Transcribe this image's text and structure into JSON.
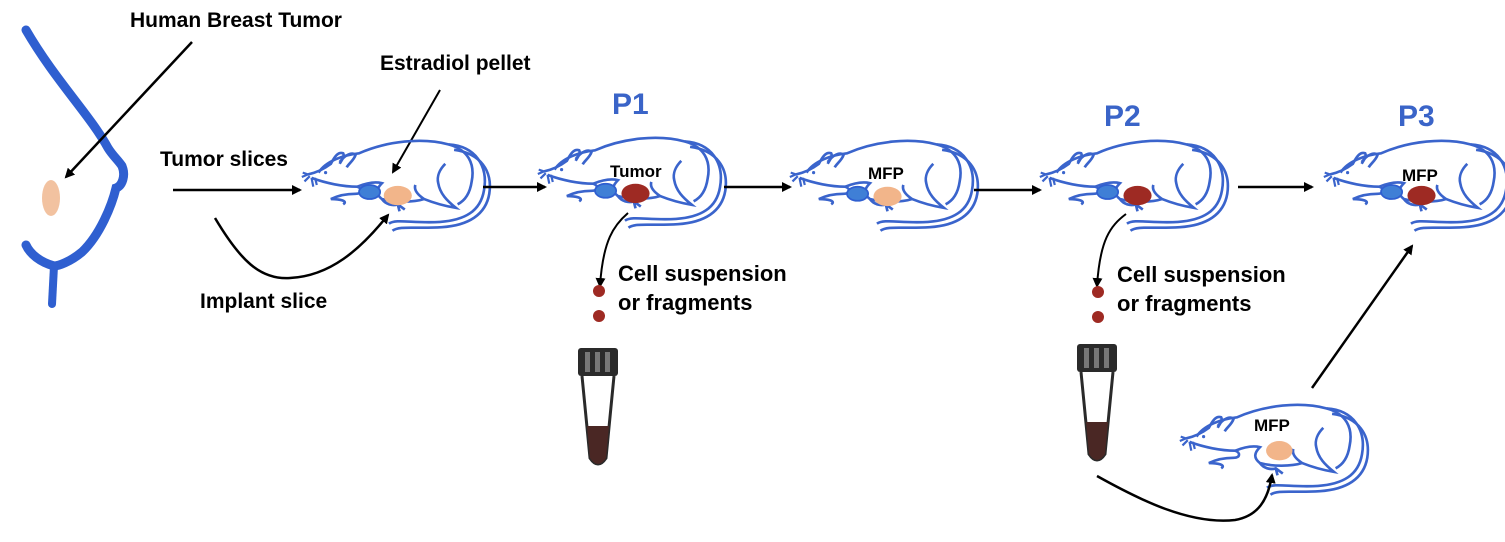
{
  "colors": {
    "outline": "#3a64cc",
    "tumor_tissue": "#f2b58a",
    "tumor_mouse": "#9e2a23",
    "kidney": "#3f7fd6",
    "arrow": "#000000",
    "pass_label": "#3a64c8",
    "tube_dark": "#2a2a2a",
    "tube_fill": "#4a2724"
  },
  "labels": {
    "human_breast_tumor": "Human Breast Tumor",
    "estradiol_pellet": "Estradiol pellet",
    "tumor_slices": "Tumor slices",
    "implant_slice": "Implant slice"
  },
  "passages": [
    {
      "id": "P1",
      "label": "P1",
      "site_label": "Tumor"
    },
    {
      "id": "P2",
      "label": "P2"
    },
    {
      "id": "P3",
      "label": "P3",
      "site_label": "MFP"
    }
  ],
  "intermediate_mouse": {
    "site_label": "MFP"
  },
  "branch_mouse": {
    "site_label": "MFP"
  },
  "cell_suspension": [
    {
      "line1": "Cell suspension",
      "line2": "or fragments"
    },
    {
      "line1": "Cell suspension",
      "line2": "or fragments"
    }
  ]
}
